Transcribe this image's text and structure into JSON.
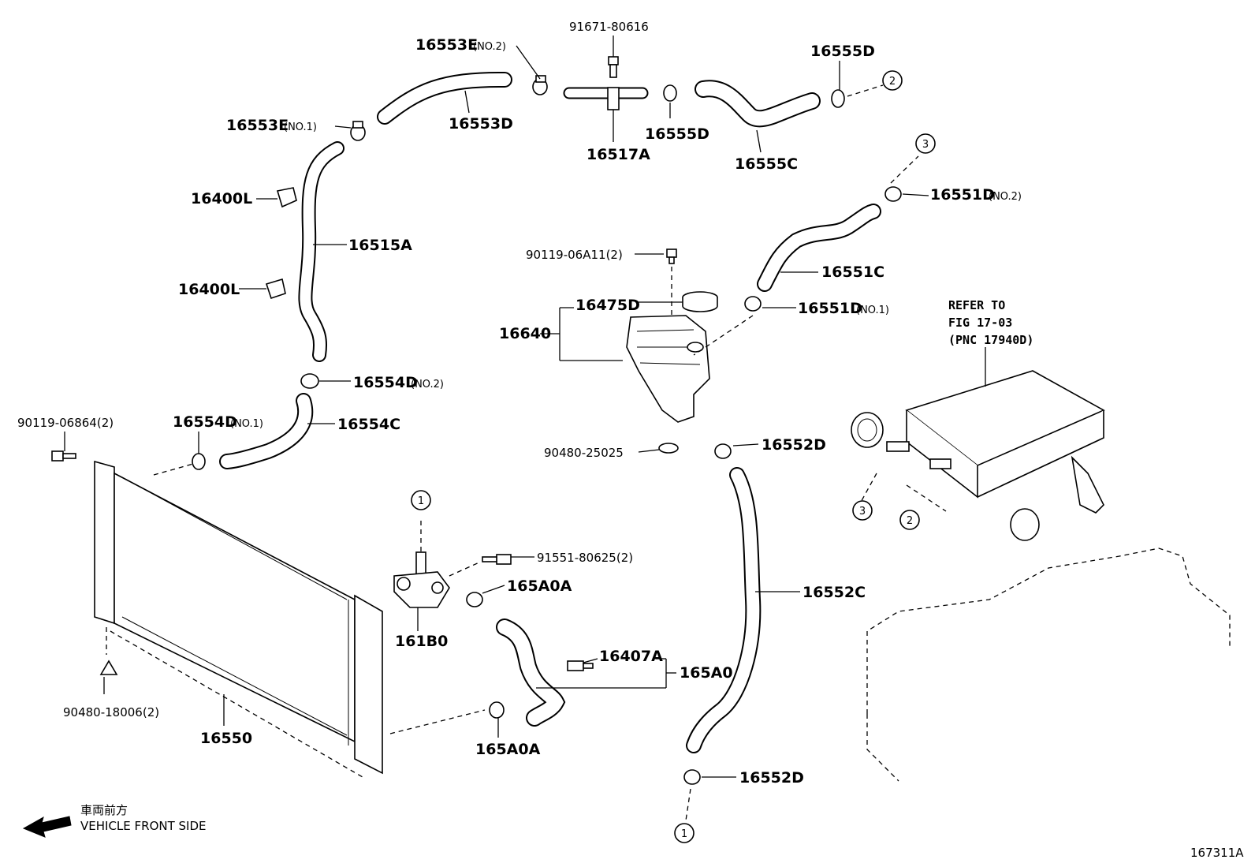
{
  "labels": {
    "p16553E_no2": "16553E",
    "p16553E_no2_qual": "(NO.2)",
    "p91671": "91671-80616",
    "p16555D_top": "16555D",
    "p16553E_no1": "16553E",
    "p16553E_no1_qual": "(NO.1)",
    "p16553D": "16553D",
    "p16517A": "16517A",
    "p16555D_mid": "16555D",
    "p16555C": "16555C",
    "p16551D_no2": "16551D",
    "p16551D_no2_qual": "(NO.2)",
    "p16400L_top": "16400L",
    "p16515A": "16515A",
    "p16400L_bot": "16400L",
    "p90119_06A11": "90119-06A11(2)",
    "p16551C": "16551C",
    "p16475D": "16475D",
    "p16640": "16640",
    "p16551D_no1": "16551D",
    "p16551D_no1_qual": "(NO.1)",
    "p16554D_no2": "16554D",
    "p16554D_no2_qual": "(NO.2)",
    "p90119_06864": "90119-06864(2)",
    "p16554D_no1": "16554D",
    "p16554D_no1_qual": "(NO.1)",
    "p16554C": "16554C",
    "p16552D_top": "16552D",
    "p90480_25025": "90480-25025",
    "p91551": "91551-80625(2)",
    "p165A0A_top": "165A0A",
    "p16552C": "16552C",
    "p161B0": "161B0",
    "p16407A": "16407A",
    "p165A0": "165A0",
    "p90480_18006": "90480-18006(2)",
    "p16550": "16550",
    "p165A0A_bot": "165A0A",
    "p16552D_bot": "16552D"
  },
  "refer_note": {
    "line1": "REFER TO",
    "line2": "FIG 17-03",
    "line3": "(PNC 17940D)"
  },
  "callouts": {
    "c1_pump": "1",
    "c1_bottom": "1",
    "c2_top": "2",
    "c2_manifold": "2",
    "c3_top": "3",
    "c3_manifold": "3"
  },
  "direction": {
    "japanese": "車両前方",
    "english": "VEHICLE FRONT SIDE"
  },
  "figure_id": "167311A"
}
